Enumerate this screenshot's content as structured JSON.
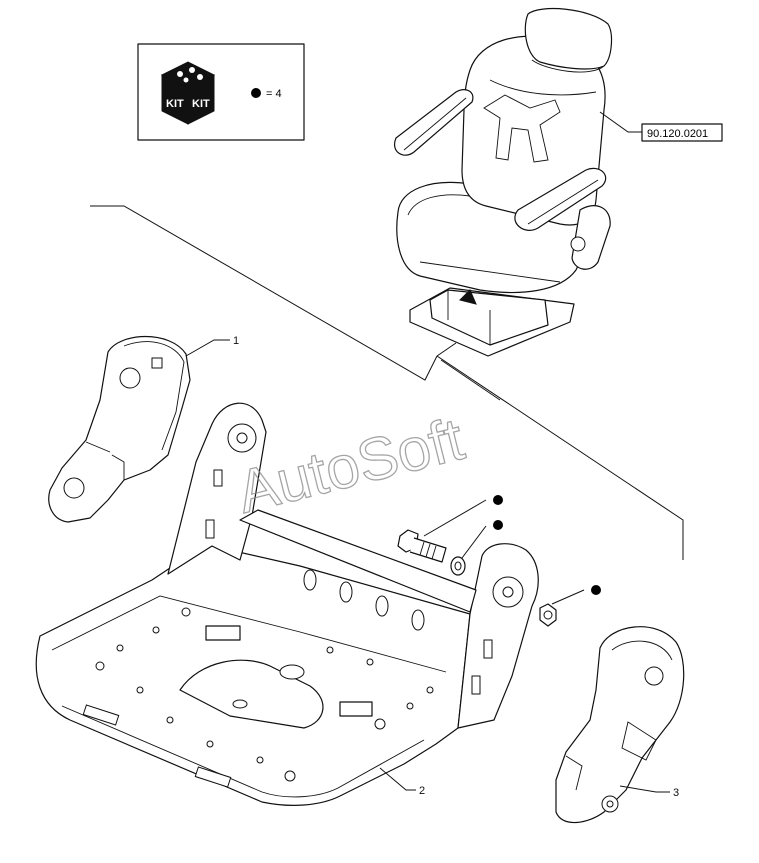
{
  "kit_legend": {
    "kit_word_left": "KIT",
    "kit_word_right": "KIT",
    "quantity_text": "= 4"
  },
  "reference_label": "90.120.0201",
  "callouts": {
    "part_1": "1",
    "part_2": "2",
    "part_3": "3"
  },
  "watermark": "AutoSoft",
  "colors": {
    "line": "#111111",
    "background": "#ffffff",
    "watermark": "#888888",
    "kit_dot": "#000000"
  }
}
